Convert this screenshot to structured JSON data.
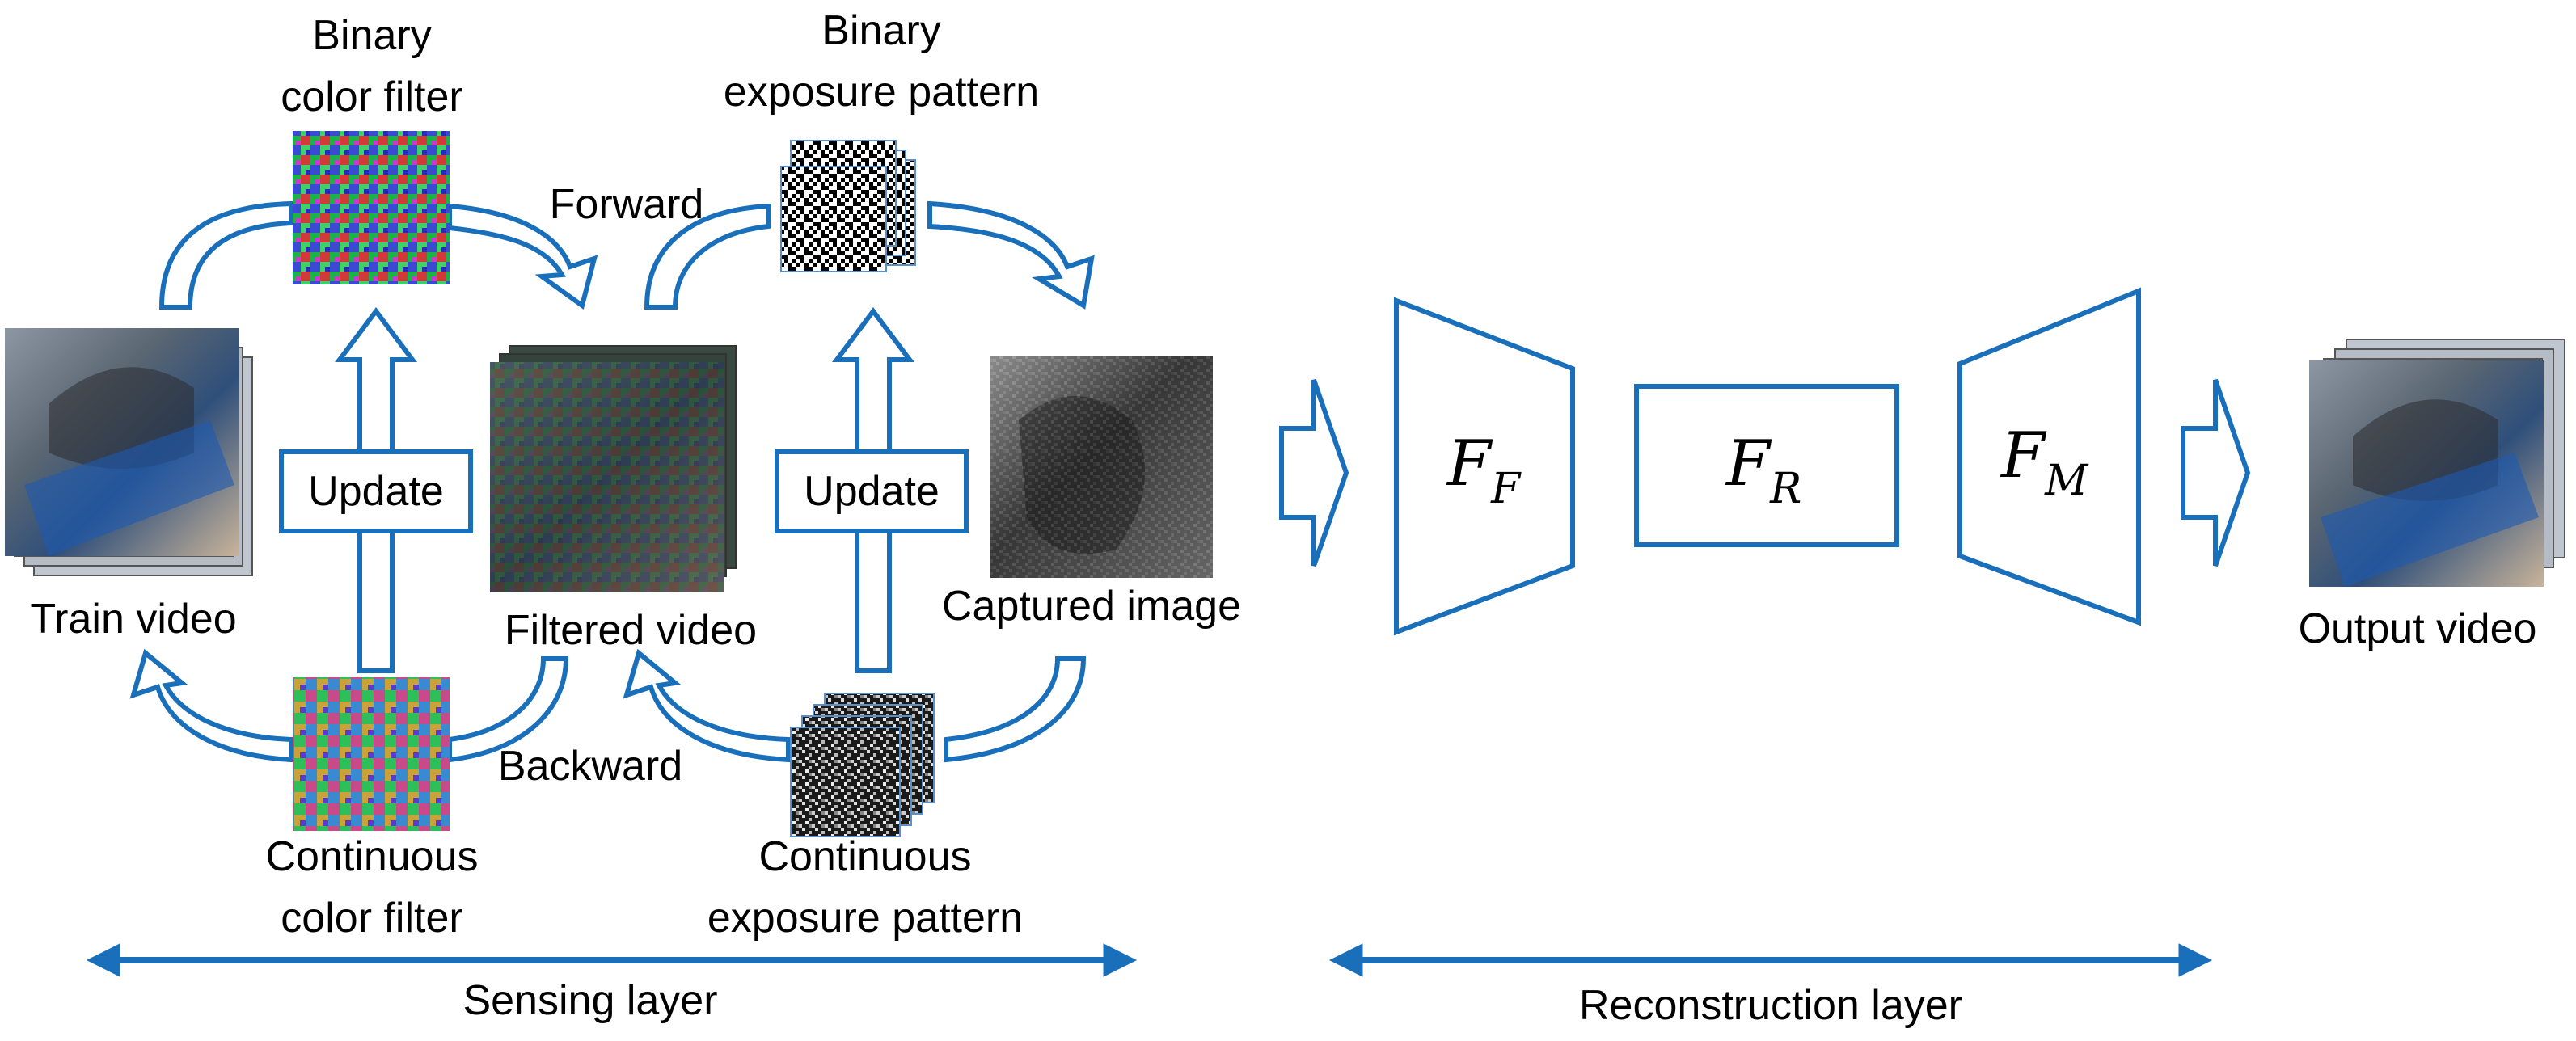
{
  "colors": {
    "accent": "#1a6fba",
    "text": "#000000"
  },
  "labels": {
    "binary_color_filter": [
      "Binary",
      "color filter"
    ],
    "binary_exposure_pattern": [
      "Binary",
      "exposure pattern"
    ],
    "forward": "Forward",
    "backward": "Backward",
    "update_left": "Update",
    "update_right": "Update",
    "train_video": "Train video",
    "filtered_video": "Filtered video",
    "captured_image": "Captured image",
    "continuous_color_filter": [
      "Continuous",
      "color filter"
    ],
    "continuous_exposure_pattern": [
      "Continuous",
      "exposure pattern"
    ],
    "output_video": "Output video",
    "sensing_layer": "Sensing layer",
    "reconstruction_layer": "Reconstruction layer"
  },
  "network": {
    "ff": {
      "main": "F",
      "sub": "F"
    },
    "fr": {
      "main": "F",
      "sub": "R"
    },
    "fm": {
      "main": "F",
      "sub": "M"
    }
  },
  "images": {
    "train_video": "video-frame-stack",
    "filtered_video": "noisy-video-frame-stack",
    "captured_image": "grayscale-coded-image",
    "binary_color_filter": "rgb-mosaic-pattern",
    "continuous_color_filter": "rgb-mosaic-pattern",
    "binary_exposure_pattern": "bw-noise-stack",
    "continuous_exposure_pattern": "bw-noise-stack",
    "output_video": "video-frame-stack"
  }
}
